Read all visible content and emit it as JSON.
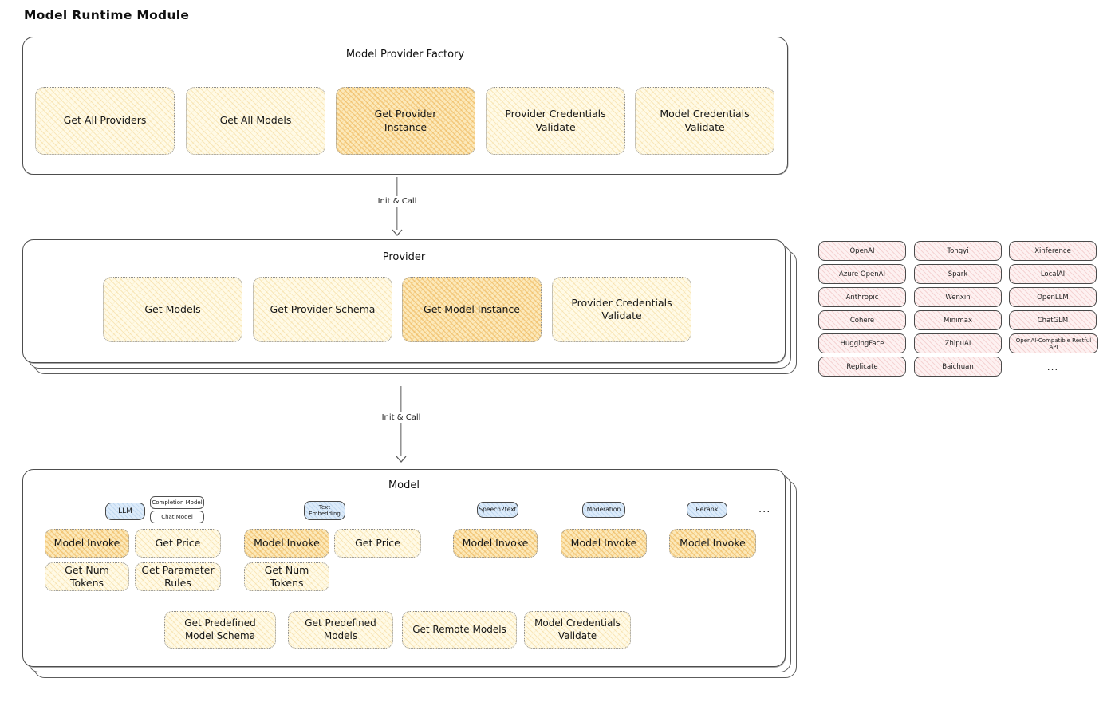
{
  "title": "Model Runtime Module",
  "colors": {
    "node_yellow": "#fffae6",
    "node_orange_highlight": "#fce9ba",
    "provider_pill_pink": "#fdf1f1",
    "tag_blue": "#dcebfa",
    "box_border": "#4d4d4d",
    "dotted_border": "#8d8d8d",
    "text": "#1d1d1d"
  },
  "factory": {
    "title": "Model Provider Factory",
    "buttons": [
      {
        "label": "Get All Providers",
        "highlighted": false
      },
      {
        "label": "Get All Models",
        "highlighted": false
      },
      {
        "label": "Get Provider Instance",
        "highlighted": true
      },
      {
        "label": "Provider Credentials Validate",
        "highlighted": false
      },
      {
        "label": "Model Credentials Validate",
        "highlighted": false
      }
    ]
  },
  "arrows": [
    {
      "label": "Init & Call"
    },
    {
      "label": "Init & Call"
    }
  ],
  "provider": {
    "title": "Provider",
    "buttons": [
      {
        "label": "Get Models",
        "highlighted": false
      },
      {
        "label": "Get Provider Schema",
        "highlighted": false
      },
      {
        "label": "Get Model Instance",
        "highlighted": true
      },
      {
        "label": "Provider Credentials Validate",
        "highlighted": false
      }
    ]
  },
  "providers_grid": {
    "items": [
      {
        "label": "OpenAI"
      },
      {
        "label": "Tongyi"
      },
      {
        "label": "Xinference"
      },
      {
        "label": "Azure OpenAI"
      },
      {
        "label": "Spark"
      },
      {
        "label": "LocalAI"
      },
      {
        "label": "Anthropic"
      },
      {
        "label": "Wenxin"
      },
      {
        "label": "OpenLLM"
      },
      {
        "label": "Cohere"
      },
      {
        "label": "Minimax"
      },
      {
        "label": "ChatGLM"
      },
      {
        "label": "HuggingFace"
      },
      {
        "label": "ZhipuAI"
      },
      {
        "label": "OpenAI-Compatible Restful API"
      },
      {
        "label": "Replicate"
      },
      {
        "label": "Baichuan"
      },
      {
        "label": "..."
      }
    ]
  },
  "model": {
    "title": "Model",
    "tags": {
      "llm": "LLM",
      "completion": "Completion Model",
      "chat": "Chat Model",
      "embedding": "Text Embedding",
      "speech": "Speech2text",
      "moderation": "Moderation",
      "rerank": "Rerank",
      "ellipsis": "..."
    },
    "buttons": {
      "llm_invoke": "Model Invoke",
      "llm_price": "Get Price",
      "llm_tokens": "Get Num Tokens",
      "llm_params": "Get Parameter Rules",
      "emb_invoke": "Model Invoke",
      "emb_price": "Get Price",
      "emb_tokens": "Get Num Tokens",
      "speech_invoke": "Model Invoke",
      "moderation_invoke": "Model Invoke",
      "rerank_invoke": "Model Invoke",
      "get_predefined_model_schema": "Get Predefined Model Schema",
      "get_predefined_models": "Get Predefined Models",
      "get_remote_models": "Get Remote Models",
      "model_credentials_validate": "Model Credentials Validate"
    }
  }
}
